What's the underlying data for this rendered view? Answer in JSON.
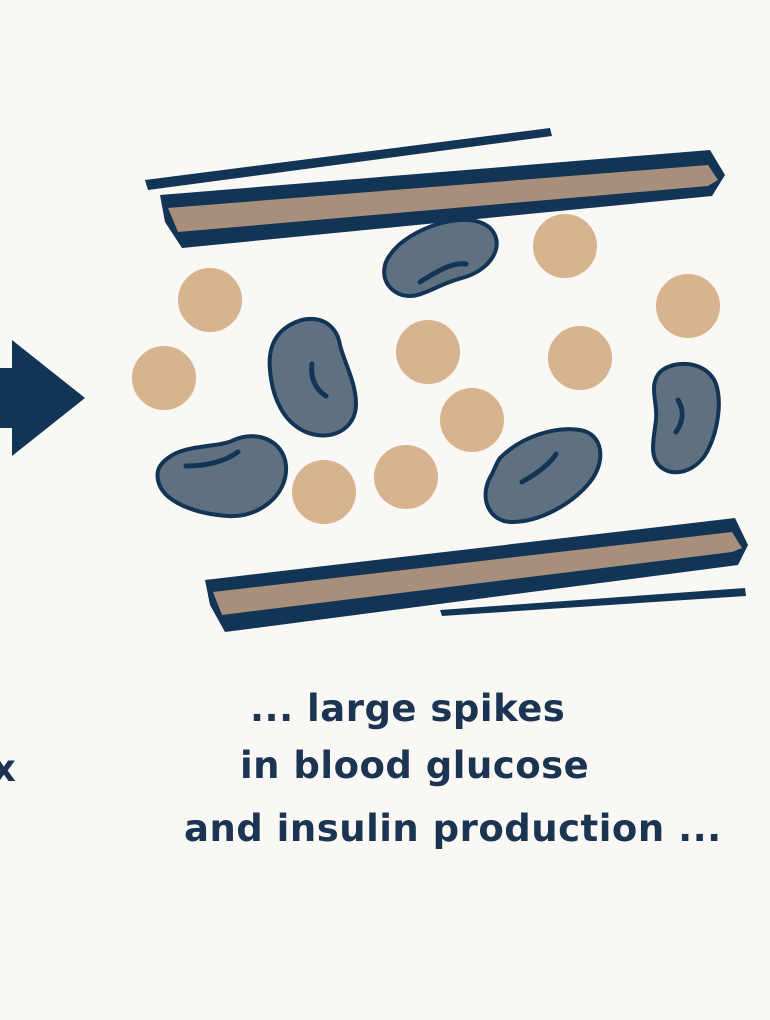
{
  "caption": {
    "left_fragment": "x",
    "line1": "... large spikes",
    "line2": "in blood glucose",
    "line3": "and insulin production ..."
  },
  "colors": {
    "background": "#f9f8f5",
    "navy": "#123455",
    "vessel_wall": "#a88f7b",
    "glucose": "#d4ac85",
    "cell": "#5f7180",
    "text": "#1b3452"
  },
  "icons": {
    "arrow": "right-arrow-icon",
    "vessel": "blood-vessel-illustration",
    "glucose": "glucose-molecule-icon",
    "cell": "blood-cell-icon"
  }
}
